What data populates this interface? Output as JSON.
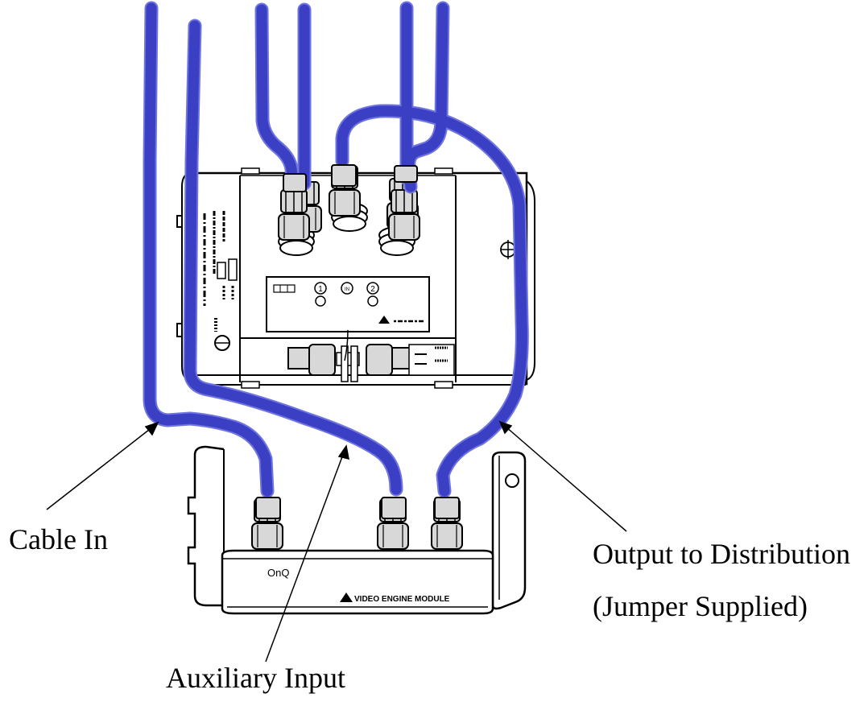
{
  "callouts": {
    "cable_in": "Cable In",
    "auxiliary_input": "Auxiliary Input",
    "output_to_distribution": "Output to Distribution",
    "jumper_supplied": "(Jumper Supplied)"
  },
  "module_labels": {
    "brand": "OnQ",
    "module_name": "VIDEO ENGINE MODULE",
    "port_1": "1",
    "port_in": "IN",
    "port_2": "2"
  },
  "colors": {
    "cable": "#3a3fc4",
    "cable_edge": "#6f74e0",
    "outline": "#000000",
    "connector_fill": "#d8d8d8",
    "background": "#ffffff"
  },
  "icons": {
    "warning": "warning-triangle-icon",
    "ground": "ground-symbol-icon"
  }
}
